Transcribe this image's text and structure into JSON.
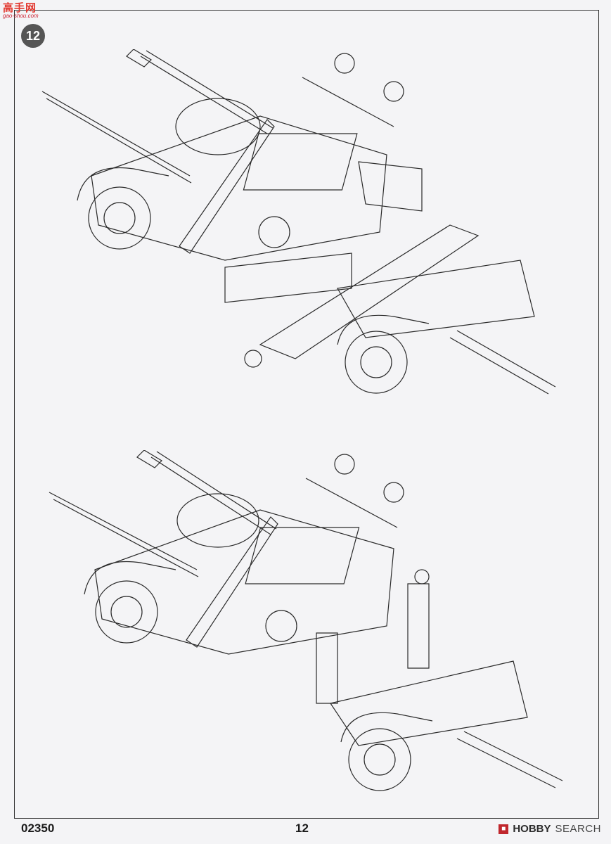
{
  "watermark": {
    "cn": "高手网",
    "en": "gao-shou.com"
  },
  "step": {
    "number": "12"
  },
  "footer": {
    "product_code": "02350",
    "page_number": "12",
    "brand_hobby": "HOBBY",
    "brand_search": "SEARCH"
  },
  "colors": {
    "line": "#2a2a2a",
    "accent": "#c0272d",
    "step_badge": "#555555"
  }
}
